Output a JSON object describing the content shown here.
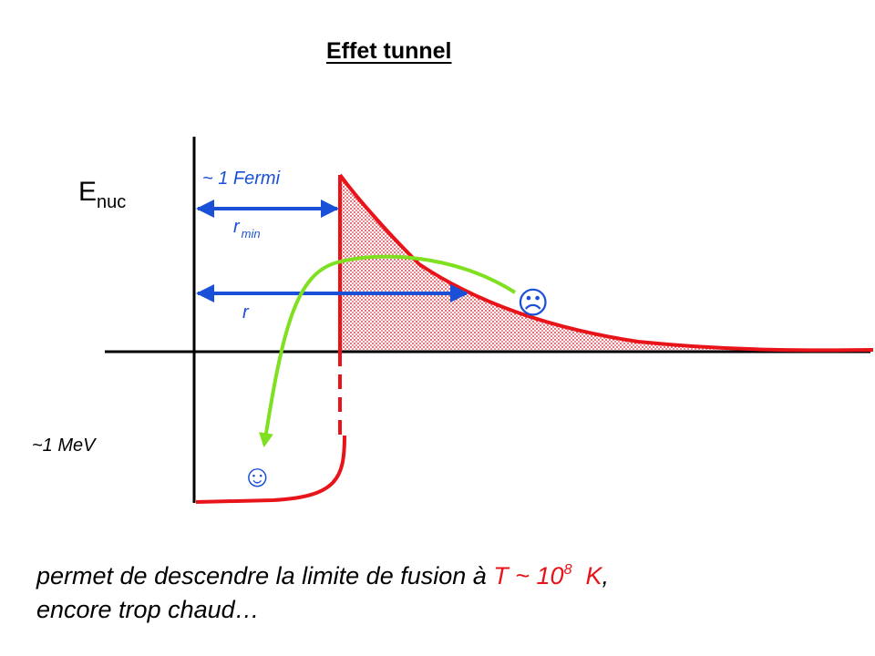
{
  "title": "Effet tunnel",
  "labels": {
    "y_axis": "E",
    "y_axis_sub": "nuc",
    "width": "~ 1 Fermi",
    "rmin": "r",
    "rmin_sub": "min",
    "r": "r",
    "depth": "~1 MeV"
  },
  "icons": {
    "sad_face": "☹",
    "happy_face": "☺"
  },
  "caption": {
    "line1_part1": "permet de descendre la limite de fusion à ",
    "line1_red": "T ~ 10",
    "line1_sup": "8",
    "line1_red2": "  K",
    "line1_end": ",",
    "line2": "encore trop chaud…"
  },
  "colors": {
    "barrier": "#e8141a",
    "arrows": "#1a4fd8",
    "path": "#7ee01e",
    "axes": "#000000"
  }
}
